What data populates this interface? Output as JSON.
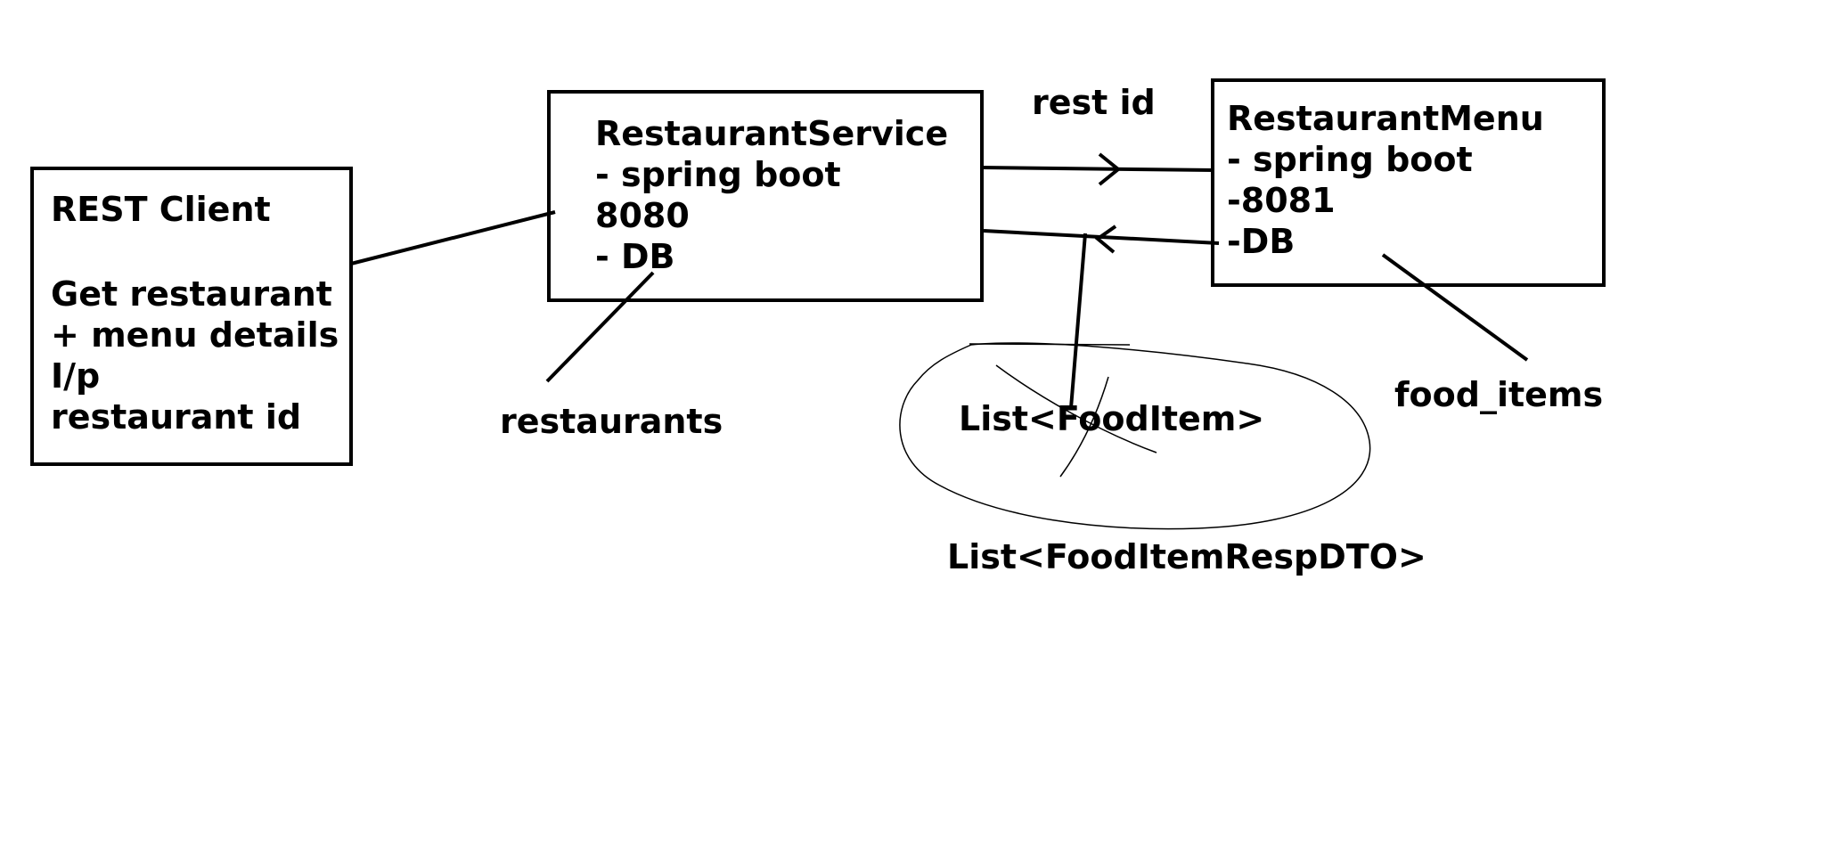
{
  "boxes": {
    "rest_client": {
      "line1": "REST Client",
      "line2": "Get restaurant",
      "line3": "+ menu details",
      "line4": "I/p",
      "line5": "restaurant id"
    },
    "restaurant_service": {
      "line1": "RestaurantService",
      "line2": "- spring boot",
      "line3": "8080",
      "line4": "- DB"
    },
    "restaurant_menu": {
      "line1": "RestaurantMenu",
      "line2": "- spring boot",
      "line3": "-8081",
      "line4": "-DB"
    }
  },
  "labels": {
    "rest_id": "rest id",
    "restaurants": "restaurants",
    "food_items": "food_items",
    "list_food_item": "List<FoodItem>",
    "list_food_item_resp_dto": "List<FoodItemRespDTO>"
  },
  "colors": {
    "stroke": "#000000",
    "background": "#ffffff"
  }
}
